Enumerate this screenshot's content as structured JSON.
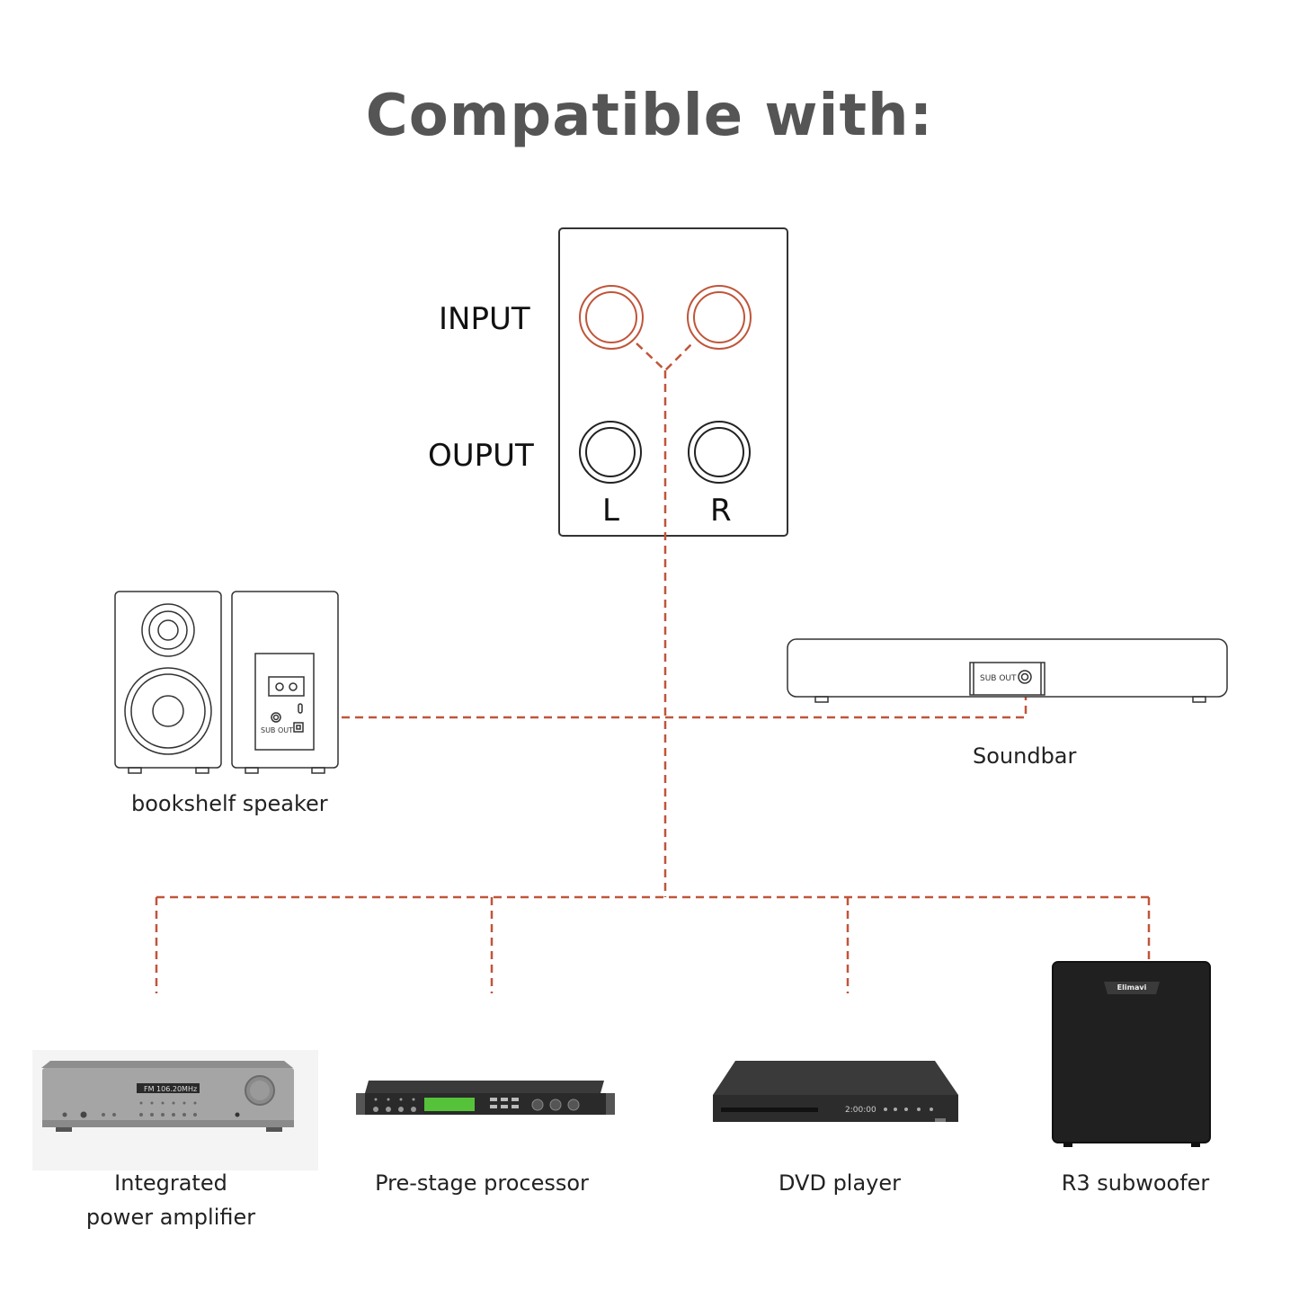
{
  "title": "Compatible with:",
  "panel": {
    "input_label": "INPUT",
    "output_label": "OUPUT",
    "left_label": "L",
    "right_label": "R"
  },
  "devices": {
    "bookshelf": {
      "label": "bookshelf speaker",
      "port_label": "SUB OUT"
    },
    "soundbar": {
      "label": "Soundbar",
      "port_label": "SUB OUT"
    },
    "amplifier": {
      "label_line1": "Integrated",
      "label_line2": "power amplifier",
      "display": "FM 106.20MHz"
    },
    "processor": {
      "label": "Pre-stage processor"
    },
    "dvd": {
      "label": "DVD player",
      "display": "2:00:00"
    },
    "subwoofer": {
      "label": "R3 subwoofer",
      "brand": "Elimavi"
    }
  },
  "colors": {
    "title": "#555555",
    "accent": "#c0553a",
    "line": "#333333"
  }
}
